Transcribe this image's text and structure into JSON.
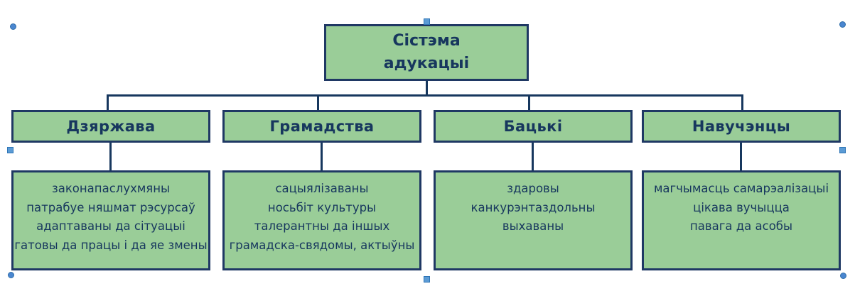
{
  "diagram": {
    "type": "organizational-hierarchy",
    "title": "Сістэма адукацыі",
    "colors": {
      "node_fill": "#9ACD98",
      "node_border": "#1F3864",
      "text": "#17375E",
      "connector": "#17375E",
      "handle": "#5B9BD5",
      "background": "#FFFFFF"
    },
    "root": {
      "lines": [
        "Сістэма",
        "адукацыі"
      ]
    },
    "branches": [
      {
        "header": "Дзяржава",
        "attributes": [
          "законапаслухмяны",
          "патрабуе няшмат рэсурсаў",
          "адаптаваны да сітуацыі",
          "гатовы да працы і да яе змены"
        ]
      },
      {
        "header": "Грамадства",
        "attributes": [
          "сацыялізаваны",
          "носьбіт культуры",
          "талерантны да іншых",
          "грамадска-свядомы, актыўны"
        ]
      },
      {
        "header": "Бацькі",
        "attributes": [
          "здаровы",
          "канкурэнтаздольны",
          "выхаваны"
        ]
      },
      {
        "header": "Навучэнцы",
        "attributes": [
          "магчымасць самарэалізацыі",
          "цікава вучыцца",
          "павага да асобы"
        ]
      }
    ]
  }
}
